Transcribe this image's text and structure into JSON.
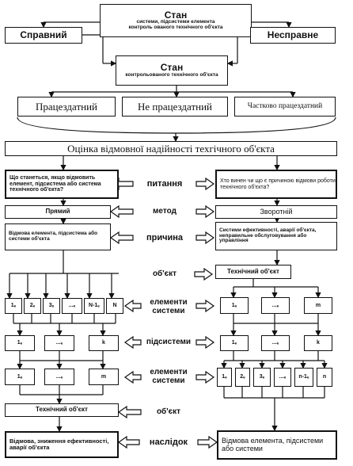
{
  "top_state": {
    "title": "Стан",
    "subtitle_1": "системи, підсистеми елемента",
    "subtitle_2": "контроль ованого технічного об'єкта"
  },
  "left_state": "Справний",
  "right_state": "Несправне",
  "second_state": {
    "title": "Стан",
    "subtitle": "контрольованого технічного об'єкта"
  },
  "states_row": [
    "Працездатний",
    "Не працездатний",
    "Частково працездатний"
  ],
  "assessment_title": "Оцінка відмовної надійності техгічного об'єкта",
  "question_left": "Що станеться, якщо відмовить елемент, підсистема або система технічного об'єкта?",
  "question_right": "Хто винен чи що є причиною відмови роботи технічного об'єкта?",
  "center_labels": {
    "question": "питання",
    "method": "метод",
    "cause": "причина",
    "object": "об'єкт",
    "elements": "елементи системи",
    "subsystems": "підсистеми",
    "elements2": "елементи системи",
    "object2": "об'єкт",
    "consequence": "наслідок"
  },
  "method_left": "Прямий",
  "method_right": "Зворотній",
  "cause_left": "Відмова елемента, підсистема або системи об'єкта",
  "cause_right": "Системи ефективності, аварії об'єкта, неправильне обслуговування або управління",
  "object_right": "Технічний об'єкт",
  "left_elements": [
    "1ₑ",
    "2ₑ",
    "3ₑ",
    "...ₑ",
    "N-1ₑ",
    "N"
  ],
  "left_subsystems": [
    "1ₑ",
    "...ₑ",
    "k"
  ],
  "left_systems": [
    "1ₑ",
    "...ₑ",
    "m"
  ],
  "object_left": "Технічний об'єкт",
  "right_systems": [
    "1ₑ",
    "...ₑ",
    "m"
  ],
  "right_subsystems": [
    "1ₑ",
    "...ₑ",
    "k"
  ],
  "right_elements": [
    "1ₑ",
    "2ₑ",
    "3ₑ",
    "...ₑ",
    "n-1ₑ",
    "n"
  ],
  "consequence_left": "Відмова, зниження ефективності, аварії об'єкта",
  "consequence_right": "Відмова елемента, підсистеми або системи"
}
